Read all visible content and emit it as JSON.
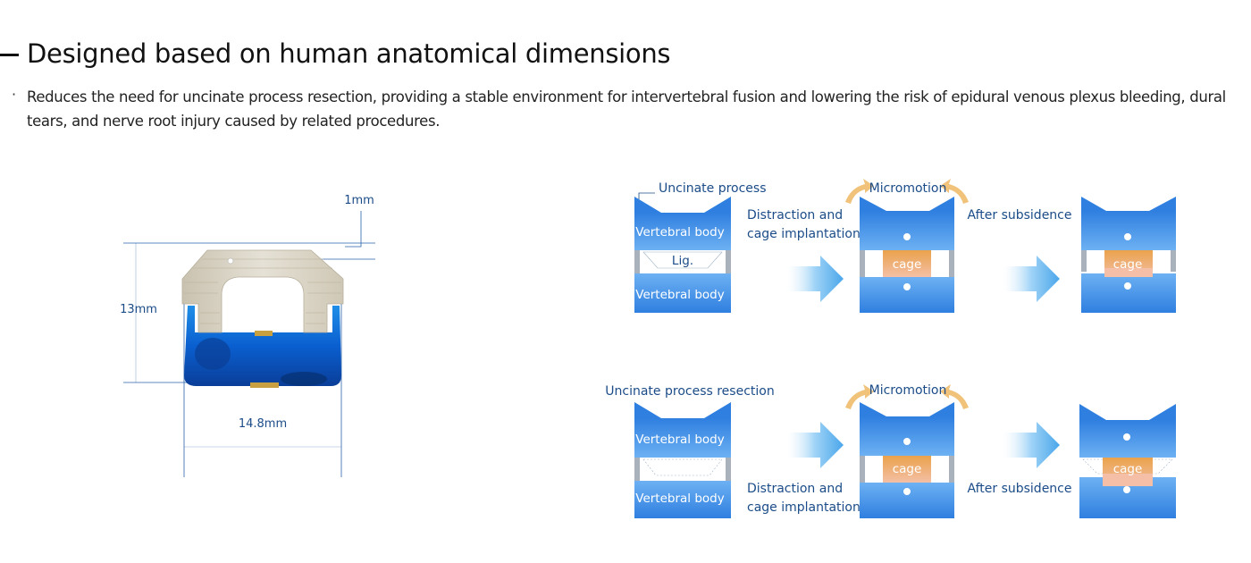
{
  "heading": {
    "title": "Designed based on human anatomical dimensions",
    "description": "Reduces the need for uncinate process resection, providing a stable environment for intervertebral fusion and lowering the risk of epidural venous plexus bleeding, dural tears, and nerve root injury caused by related procedures."
  },
  "cage_drawing": {
    "dim_top": "1mm",
    "dim_height": "13mm",
    "dim_width": "14.8mm"
  },
  "row1": {
    "uncinate_label": "Uncinate process",
    "vertebral_top": "Vertebral body",
    "lig": "Lig.",
    "vertebral_bottom": "Vertebral body",
    "step1_line1": "Distraction and",
    "step1_line2": "cage implantation",
    "micromotion": "Micromotion",
    "cage_mid": "cage",
    "step2": "After subsidence",
    "cage_right": "cage"
  },
  "row2": {
    "uncinate_label": "Uncinate process resection",
    "vertebral_top": "Vertebral body",
    "vertebral_bottom": "Vertebral body",
    "step1_line1": "Distraction and",
    "step1_line2": "cage implantation",
    "micromotion": "Micromotion",
    "cage_mid": "cage",
    "step2": "After subsidence",
    "cage_right": "cage"
  },
  "colors": {
    "accent_text": "#1b4c88",
    "vertebra_blue": "#3f8fe6",
    "cage_orange": "#f0a656",
    "arrow_blue": "#5fb2ee",
    "motion_arrow": "#f0c27a"
  }
}
